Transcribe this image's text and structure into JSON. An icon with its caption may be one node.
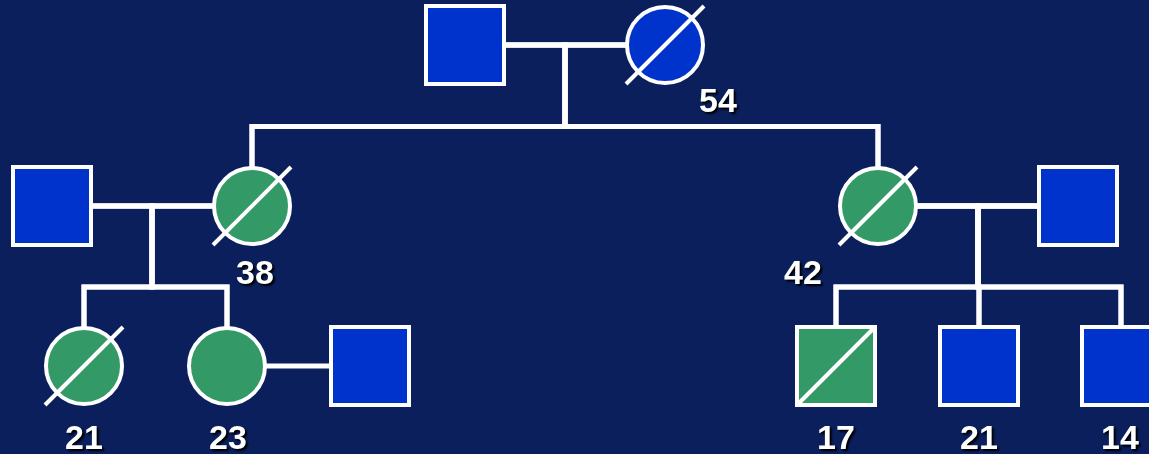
{
  "diagram": {
    "nodes": [
      {
        "text": [],
        "shape": "box"
      },
      {
        "text": [],
        "shape": "circle",
        "beside": [
          "54"
        ]
      },
      {
        "text": [],
        "shape": "box"
      },
      {
        "text": [],
        "shape": "circle",
        "beside": [
          "38"
        ]
      },
      {
        "text": [],
        "shape": "circle",
        "beside": [
          "42"
        ]
      },
      {
        "text": [],
        "shape": "box"
      },
      {
        "text": [],
        "shape": "circle",
        "beside": [
          "21"
        ]
      },
      {
        "text": [],
        "shape": "circle",
        "beside": [
          "23"
        ]
      },
      {
        "text": [],
        "shape": "box"
      },
      {
        "text": [],
        "shape": "box",
        "beside": [
          "17"
        ]
      },
      {
        "text": [],
        "shape": "box",
        "beside": [
          "21"
        ]
      },
      {
        "text": [],
        "shape": "box",
        "beside": [
          "14"
        ]
      }
    ],
    "edges": [
      {
        "from": 0,
        "to": 1,
        "arrow": "none"
      },
      {
        "from": 0,
        "to": 3,
        "arrow": "none"
      },
      {
        "from": 0,
        "to": 4,
        "arrow": "none"
      },
      {
        "from": 1,
        "to": 3,
        "arrow": "none"
      },
      {
        "from": 1,
        "to": 4,
        "arrow": "none"
      },
      {
        "from": 2,
        "to": 3,
        "arrow": "none"
      },
      {
        "from": 2,
        "to": 6,
        "arrow": "none"
      },
      {
        "from": 2,
        "to": 7,
        "arrow": "none"
      },
      {
        "from": 3,
        "to": 6,
        "arrow": "none"
      },
      {
        "from": 3,
        "to": 7,
        "arrow": "none"
      },
      {
        "from": 4,
        "to": 5,
        "arrow": "none"
      },
      {
        "from": 4,
        "to": 9,
        "arrow": "none"
      },
      {
        "from": 4,
        "to": 10,
        "arrow": "none"
      },
      {
        "from": 4,
        "to": 11,
        "arrow": "none"
      },
      {
        "from": 5,
        "to": 9,
        "arrow": "none"
      },
      {
        "from": 5,
        "to": 10,
        "arrow": "none"
      },
      {
        "from": 5,
        "to": 11,
        "arrow": "none"
      },
      {
        "from": 7,
        "to": 8,
        "arrow": "none"
      }
    ]
  }
}
